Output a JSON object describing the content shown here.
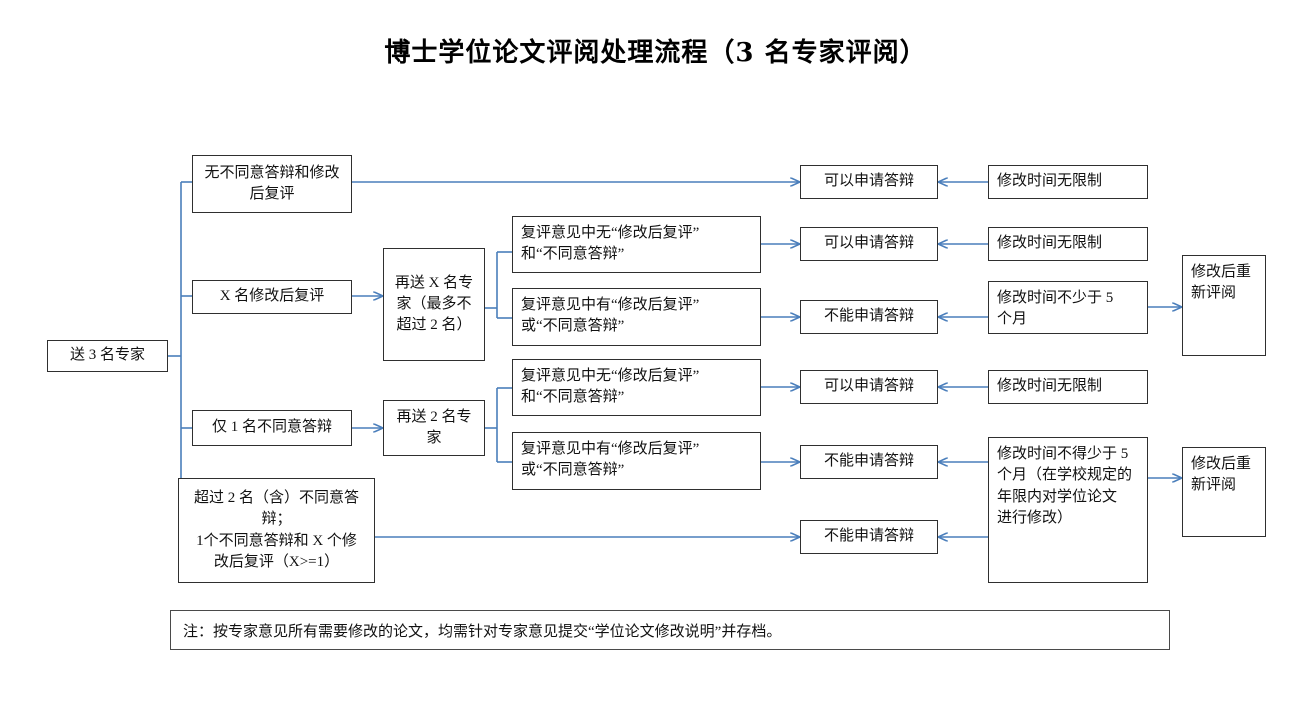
{
  "title": "博士学位论文评阅处理流程（3 名专家评阅）",
  "accent_color": "#4a7ebb",
  "border_color": "#2f2f2f",
  "background_color": "#ffffff",
  "nodes": {
    "start": "送 3 名专家",
    "branch_a": "无不同意答辩和修改\n后复评",
    "branch_b": "X 名修改后复评",
    "branch_c": "仅 1 名不同意答辩",
    "branch_d": "超过 2 名（含）不同意答\n辩；\n1个不同意答辩和 X 个修\n改后复评（X>=1）",
    "resend_x": "再送 X 名专\n家（最多不\n超过 2 名）",
    "resend_2": "再送 2 名专\n家",
    "cond_1": "复评意见中无“修改后复评”\n和“不同意答辩”",
    "cond_2": "复评意见中有“修改后复评”\n或“不同意答辩”",
    "cond_3": "复评意见中无“修改后复评”\n和“不同意答辩”",
    "cond_4": "复评意见中有“修改后复评”\n或“不同意答辩”",
    "result_1": "可以申请答辩",
    "result_2": "可以申请答辩",
    "result_3": "不能申请答辩",
    "result_4": "可以申请答辩",
    "result_5": "不能申请答辩",
    "result_6": "不能申请答辩",
    "time_1": "修改时间无限制",
    "time_2": "修改时间无限制",
    "time_3": "修改时间不少于 5\n个月",
    "time_4": "修改时间无限制",
    "time_5": "修改时间不得少于 5\n个月（在学校规定的\n年限内对学位论文\n进行修改）",
    "review_1": "修改后重\n新评阅",
    "review_2": "修改后重\n新评阅"
  },
  "note": "注：按专家意见所有需要修改的论文，均需针对专家意见提交“学位论文修改说明”并存档。"
}
